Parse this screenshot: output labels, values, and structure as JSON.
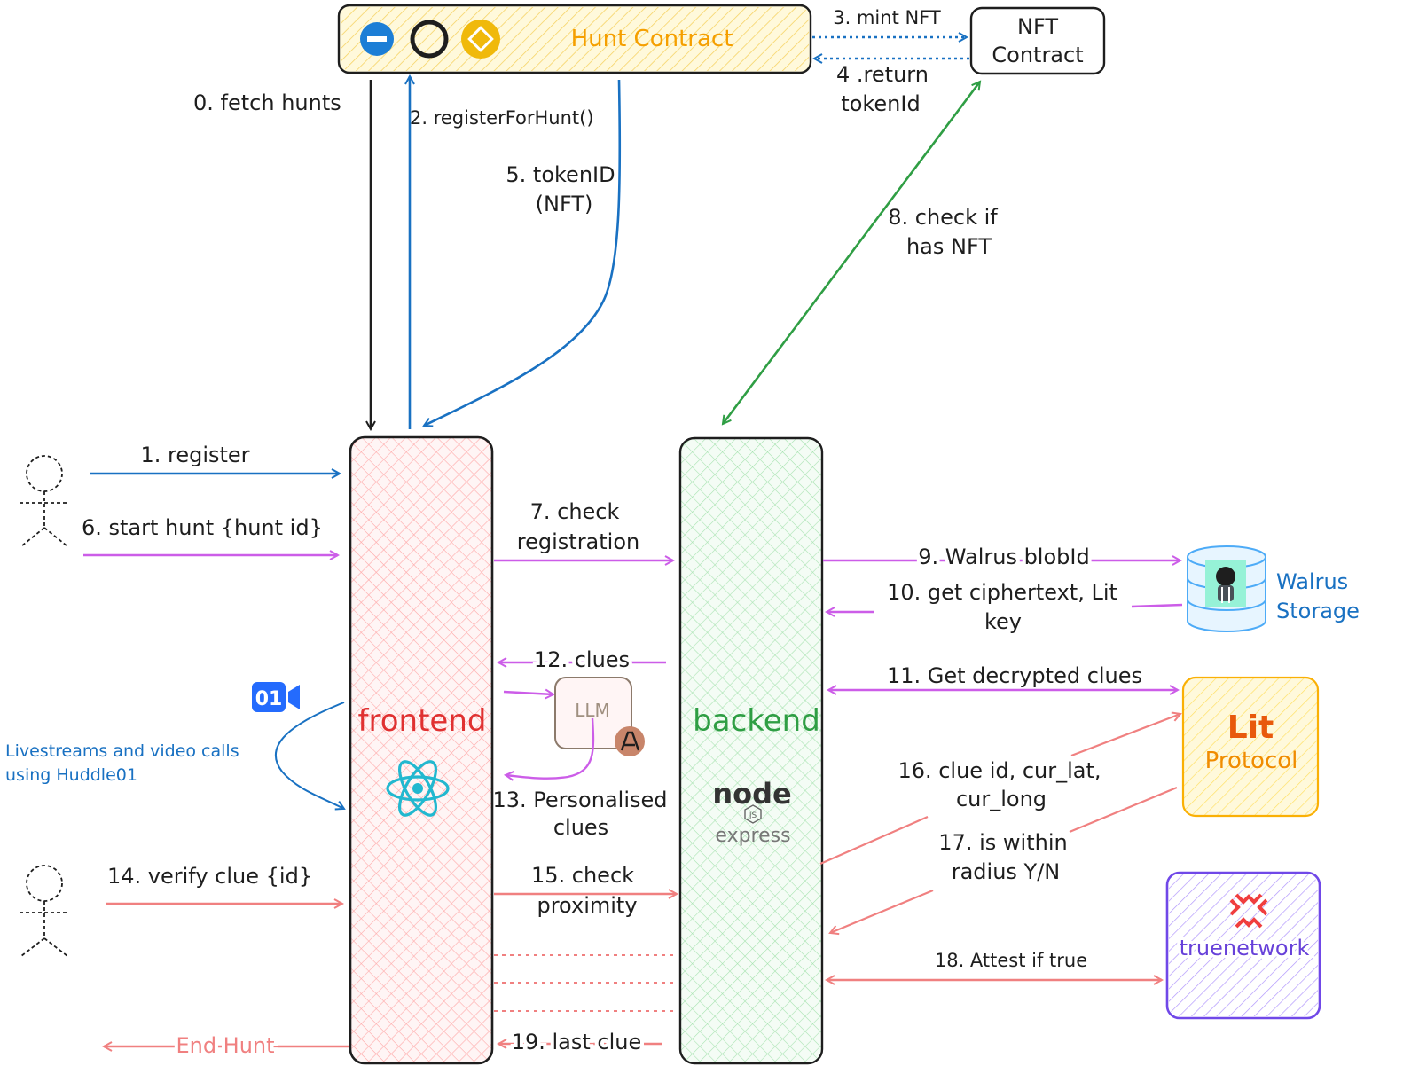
{
  "colors": {
    "black": "#1e1e1e",
    "blue": "#1971c2",
    "green": "#2f9e44",
    "purple": "#cc5de8",
    "red": "#f08080",
    "frontend_text": "#e03131",
    "backend_text": "#2f9e44",
    "hunt_fill": "#fff3bf",
    "hunt_text": "#f59f00",
    "frontend_fill": "#ffc9c9",
    "backend_fill": "#b2f2bb",
    "lit_fill": "#ffec99",
    "lit_border": "#fab005",
    "lit_text": "#f08c00",
    "true_border": "#7048e8",
    "true_text": "#6741d9",
    "walrus_text": "#1971c2"
  },
  "icons": [
    "huddle01-logo",
    "react-logo",
    "anthropic-icon",
    "node-express-logo",
    "lit-logo",
    "truenetwork-logo",
    "walrus-icon",
    "bnb-icon",
    "chain-icon",
    "stick-figure-icon"
  ],
  "hunt_contract": {
    "title": "Hunt Contract"
  },
  "nft_contract": {
    "line1": "NFT",
    "line2": "Contract"
  },
  "frontend": {
    "title": "frontend"
  },
  "backend": {
    "title": "backend",
    "node_text": "node",
    "js_text": "JS",
    "express_text": "express"
  },
  "llm": {
    "title": "LLM"
  },
  "walrus": {
    "line1": "Walrus",
    "line2": "Storage"
  },
  "lit": {
    "logo": "Lit",
    "title": "Protocol"
  },
  "truenetwork": {
    "title": "truenetwork"
  },
  "huddle": {
    "logo": "01",
    "line1": "Livestreams and video calls",
    "line2": "using Huddle01"
  },
  "steps": {
    "s0": "0. fetch hunts",
    "s1": "1. register",
    "s2": "2. registerForHunt()",
    "s3": "3. mint NFT",
    "s4a": "4 .return",
    "s4b": "tokenId",
    "s5a": "5. tokenID",
    "s5b": "(NFT)",
    "s6": "6. start hunt {hunt id}",
    "s7a": "7. check",
    "s7b": "registration",
    "s8a": "8. check if",
    "s8b": "has NFT",
    "s9": "9. Walrus blobId",
    "s10a": "10. get ciphertext, Lit",
    "s10b": "key",
    "s11": "11. Get decrypted clues",
    "s12": "12. clues",
    "s13a": "13. Personalised",
    "s13b": "clues",
    "s14": "14. verify clue {id}",
    "s15a": "15. check",
    "s15b": "proximity",
    "s16a": "16. clue id, cur_lat,",
    "s16b": "cur_long",
    "s17a": "17. is within",
    "s17b": "radius Y/N",
    "s18": "18. Attest if true",
    "s19": "19. last clue",
    "end": "End Hunt"
  }
}
